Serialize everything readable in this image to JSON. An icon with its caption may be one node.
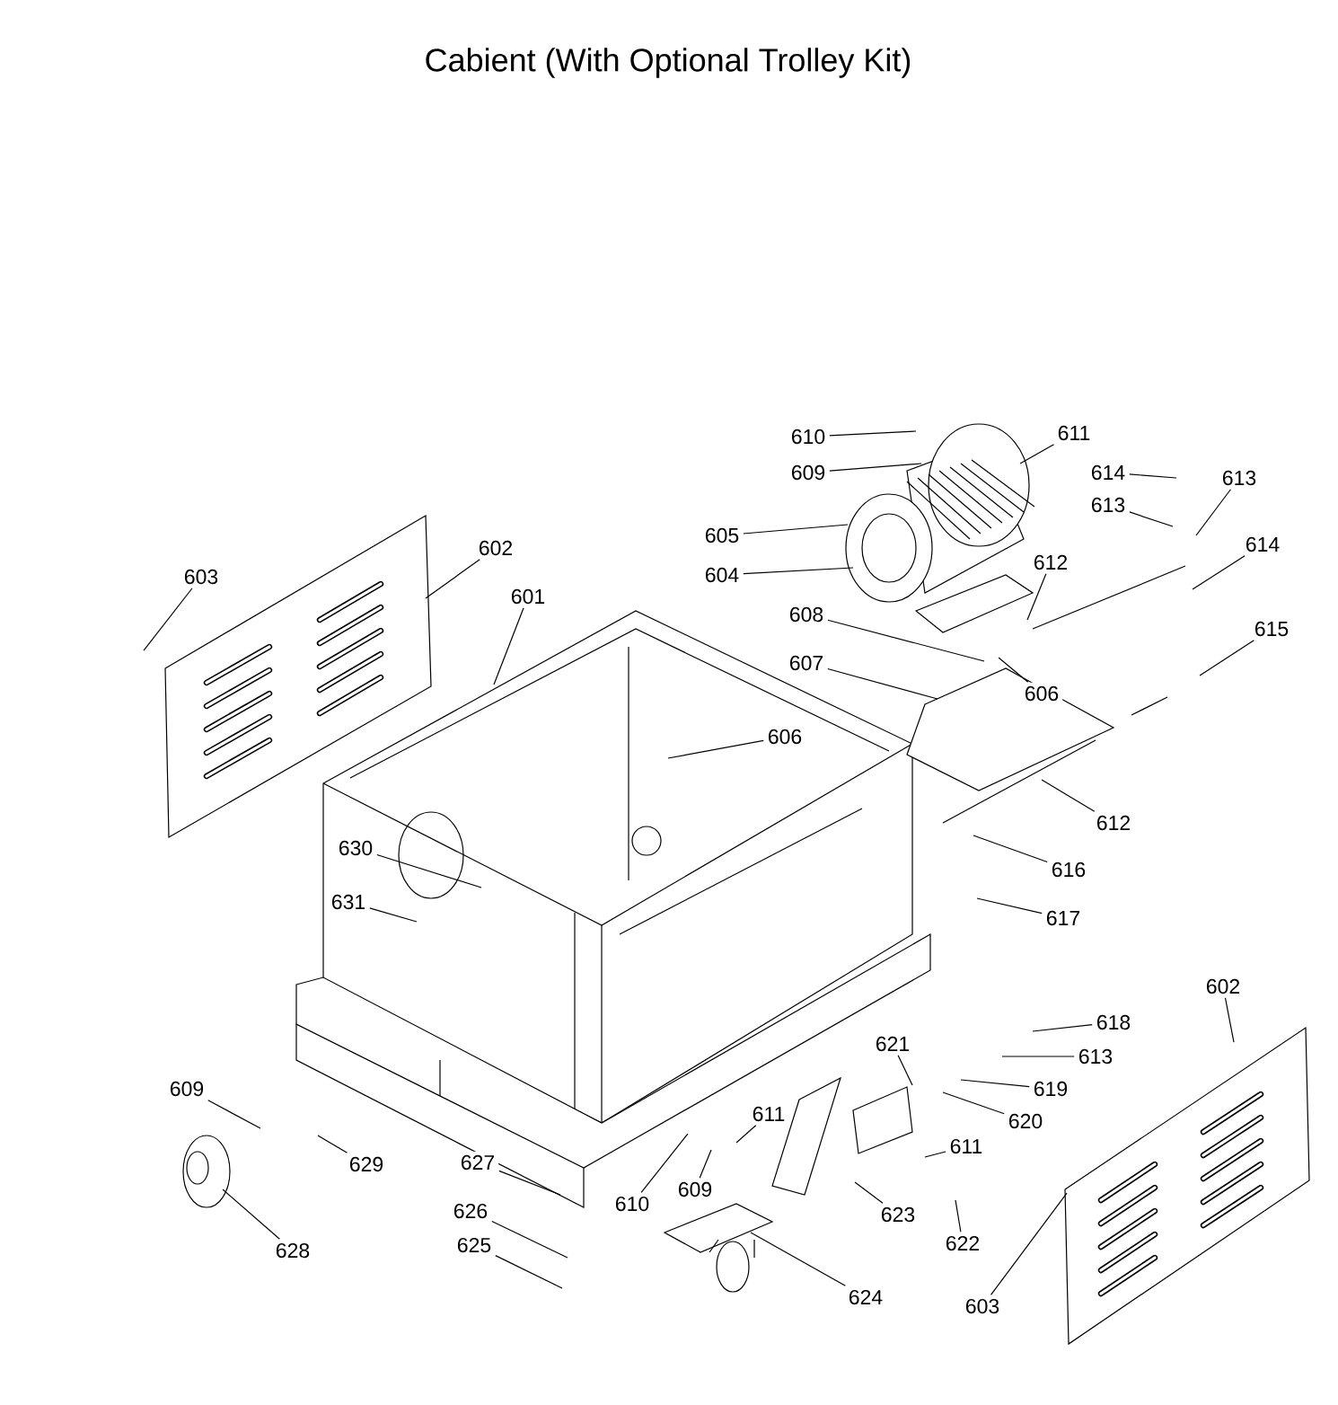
{
  "diagram": {
    "title": "Cabient (With Optional Trolley Kit)",
    "nodes": [
      {
        "text": [
          "610"
        ]
      },
      {
        "text": [
          "611"
        ]
      },
      {
        "text": [
          "609"
        ]
      },
      {
        "text": [
          "614"
        ]
      },
      {
        "text": [
          "613"
        ]
      },
      {
        "text": [
          "613"
        ]
      },
      {
        "text": [
          "605"
        ]
      },
      {
        "text": [
          "614"
        ]
      },
      {
        "text": [
          "604"
        ]
      },
      {
        "text": [
          "612"
        ]
      },
      {
        "text": [
          "608"
        ]
      },
      {
        "text": [
          "615"
        ]
      },
      {
        "text": [
          "606"
        ]
      },
      {
        "text": [
          "607"
        ]
      },
      {
        "text": [
          "606"
        ]
      },
      {
        "text": [
          "612"
        ]
      },
      {
        "text": [
          "616"
        ]
      },
      {
        "text": [
          "617"
        ]
      },
      {
        "text": [
          "603"
        ]
      },
      {
        "text": [
          "602"
        ]
      },
      {
        "text": [
          "601"
        ]
      },
      {
        "text": [
          "630"
        ]
      },
      {
        "text": [
          "631"
        ]
      },
      {
        "text": [
          "602"
        ]
      },
      {
        "text": [
          "618"
        ]
      },
      {
        "text": [
          "613"
        ]
      },
      {
        "text": [
          "621"
        ]
      },
      {
        "text": [
          "619"
        ]
      },
      {
        "text": [
          "620"
        ]
      },
      {
        "text": [
          "611"
        ]
      },
      {
        "text": [
          "611"
        ]
      },
      {
        "text": [
          "609"
        ]
      },
      {
        "text": [
          "629"
        ]
      },
      {
        "text": [
          "627"
        ]
      },
      {
        "text": [
          "610"
        ]
      },
      {
        "text": [
          "609"
        ]
      },
      {
        "text": [
          "623"
        ]
      },
      {
        "text": [
          "622"
        ]
      },
      {
        "text": [
          "626"
        ]
      },
      {
        "text": [
          "625"
        ]
      },
      {
        "text": [
          "628"
        ]
      },
      {
        "text": [
          "624"
        ]
      },
      {
        "text": [
          "603"
        ]
      }
    ],
    "edges": [
      {
        "from": 0,
        "to": null,
        "arrow": "none"
      },
      {
        "from": 1,
        "to": null,
        "arrow": "none"
      },
      {
        "from": 2,
        "to": null,
        "arrow": "none"
      },
      {
        "from": 3,
        "to": null,
        "arrow": "none"
      },
      {
        "from": 4,
        "to": null,
        "arrow": "none"
      },
      {
        "from": 5,
        "to": null,
        "arrow": "none"
      },
      {
        "from": 6,
        "to": null,
        "arrow": "none"
      },
      {
        "from": 7,
        "to": null,
        "arrow": "none"
      },
      {
        "from": 8,
        "to": null,
        "arrow": "none"
      },
      {
        "from": 9,
        "to": null,
        "arrow": "none"
      },
      {
        "from": 10,
        "to": null,
        "arrow": "none"
      },
      {
        "from": 11,
        "to": null,
        "arrow": "none"
      },
      {
        "from": 12,
        "to": null,
        "arrow": "none"
      },
      {
        "from": 13,
        "to": null,
        "arrow": "none"
      },
      {
        "from": 14,
        "to": null,
        "arrow": "none"
      },
      {
        "from": 15,
        "to": null,
        "arrow": "none"
      },
      {
        "from": 16,
        "to": null,
        "arrow": "none"
      },
      {
        "from": 17,
        "to": null,
        "arrow": "none"
      },
      {
        "from": 18,
        "to": null,
        "arrow": "none"
      },
      {
        "from": 19,
        "to": null,
        "arrow": "none"
      },
      {
        "from": 20,
        "to": null,
        "arrow": "none"
      },
      {
        "from": 21,
        "to": null,
        "arrow": "none"
      },
      {
        "from": 22,
        "to": null,
        "arrow": "none"
      },
      {
        "from": 23,
        "to": null,
        "arrow": "none"
      },
      {
        "from": 24,
        "to": null,
        "arrow": "none"
      },
      {
        "from": 25,
        "to": null,
        "arrow": "none"
      },
      {
        "from": 26,
        "to": null,
        "arrow": "none"
      },
      {
        "from": 27,
        "to": null,
        "arrow": "none"
      },
      {
        "from": 28,
        "to": null,
        "arrow": "none"
      },
      {
        "from": 29,
        "to": null,
        "arrow": "none"
      },
      {
        "from": 30,
        "to": null,
        "arrow": "none"
      },
      {
        "from": 31,
        "to": null,
        "arrow": "none"
      },
      {
        "from": 32,
        "to": null,
        "arrow": "none"
      },
      {
        "from": 33,
        "to": null,
        "arrow": "none"
      },
      {
        "from": 34,
        "to": null,
        "arrow": "none"
      },
      {
        "from": 35,
        "to": null,
        "arrow": "none"
      },
      {
        "from": 36,
        "to": null,
        "arrow": "none"
      },
      {
        "from": 37,
        "to": null,
        "arrow": "none"
      },
      {
        "from": 38,
        "to": null,
        "arrow": "none"
      },
      {
        "from": 39,
        "to": null,
        "arrow": "none"
      },
      {
        "from": 40,
        "to": null,
        "arrow": "none"
      },
      {
        "from": 41,
        "to": null,
        "arrow": "none"
      },
      {
        "from": 42,
        "to": null,
        "arrow": "none"
      }
    ]
  }
}
